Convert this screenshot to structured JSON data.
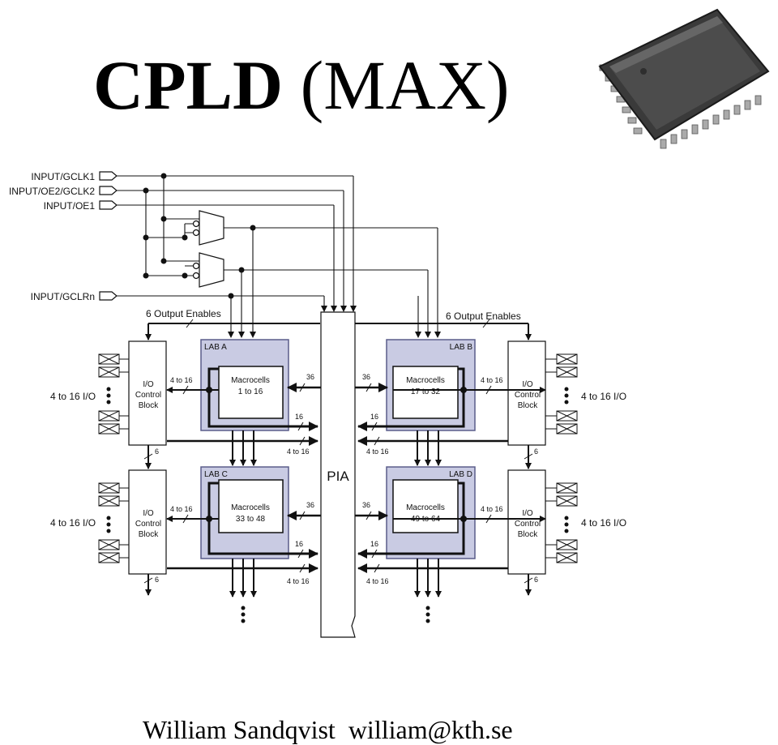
{
  "title": {
    "bold": "CPLD",
    "rest": "(MAX)"
  },
  "footer": {
    "author": "William Sandqvist",
    "email": "william@kth.se"
  },
  "inputs": [
    "INPUT/GCLK1",
    "INPUT/OE2/GCLK2",
    "INPUT/OE1",
    "INPUT/GCLRn"
  ],
  "output_enables": [
    "6 Output Enables",
    "6 Output Enables"
  ],
  "pia_label": "PIA",
  "labs": [
    {
      "name": "LAB A",
      "macro_title": "Macrocells",
      "macro_range": "1 to 16"
    },
    {
      "name": "LAB B",
      "macro_title": "Macrocells",
      "macro_range": "17 to 32"
    },
    {
      "name": "LAB C",
      "macro_title": "Macrocells",
      "macro_range": "33 to 48"
    },
    {
      "name": "LAB D",
      "macro_title": "Macrocells",
      "macro_range": "49 to 64"
    }
  ],
  "io_block": {
    "line1": "I/O",
    "line2": "Control",
    "line3": "Block"
  },
  "io_label": "4 to 16 I/O",
  "bus_labels": {
    "four_to_16": "4 to 16",
    "thirty_six": "36",
    "sixteen": "16",
    "six": "6"
  },
  "colors": {
    "lab_fill": "#c9cbe3",
    "lab_stroke": "#5a5d8a",
    "line": "#111111"
  }
}
